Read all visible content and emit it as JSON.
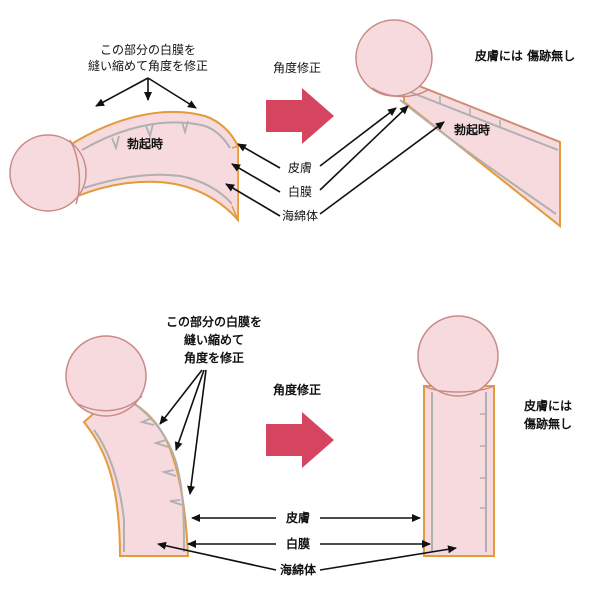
{
  "colors": {
    "skin": "#f6dadd",
    "skin_stroke": "#c98a86",
    "tunica": "#b0b0b0",
    "outer_edge": "#e59a3c",
    "process_arrow": "#d64560",
    "text": "#111111"
  },
  "top": {
    "suture_note": [
      "この部分の白膜を",
      "縫い縮めて角度を修正"
    ],
    "erect_label_left": "勃起時",
    "erect_label_right": "勃起時",
    "correction_label": "角度修正",
    "no_scar_note": "皮膚には 傷跡無し",
    "layers": [
      "皮膚",
      "白膜",
      "海綿体"
    ]
  },
  "bottom": {
    "suture_note": [
      "この部分の白膜を",
      "縫い縮めて",
      "角度を修正"
    ],
    "correction_label": "角度修正",
    "no_scar_note": [
      "皮膚には",
      "傷跡無し"
    ],
    "layers": [
      "皮膚",
      "白膜",
      "海綿体"
    ]
  }
}
